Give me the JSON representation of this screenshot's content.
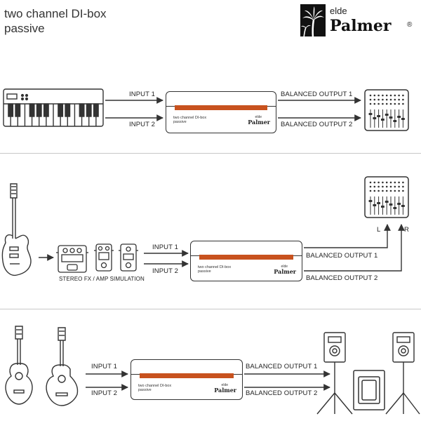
{
  "header": {
    "title_line1": "two channel DI-box",
    "title_line2": "passive",
    "brand_small": "elde",
    "brand_large": "Palmer",
    "registered": "®"
  },
  "box": {
    "label_line1": "two channel DI-box",
    "label_line2": "passive",
    "brand_small": "elde",
    "brand_large": "Palmer"
  },
  "row1": {
    "input1": "INPUT 1",
    "input2": "INPUT 2",
    "output1": "BALANCED OUTPUT 1",
    "output2": "BALANCED OUTPUT 2"
  },
  "row2": {
    "input1": "INPUT 1",
    "input2": "INPUT 2",
    "output1": "BALANCED OUTPUT 1",
    "output2": "BALANCED OUTPUT 2",
    "fx_label": "STEREO FX / AMP SIMULATION",
    "left": "L",
    "right": "R"
  },
  "row3": {
    "input1": "INPUT 1",
    "input2": "INPUT 2",
    "output1": "BALANCED OUTPUT 1",
    "output2": "BALANCED OUTPUT 2"
  },
  "colors": {
    "stripe": "#c8521e",
    "line": "#333333"
  },
  "icons": [
    "palm-tree-icon",
    "keyboard-icon",
    "mixer-icon",
    "electric-guitar-icon",
    "pedal-icon",
    "acoustic-guitar-icon",
    "speaker-icon",
    "subwoofer-icon"
  ]
}
